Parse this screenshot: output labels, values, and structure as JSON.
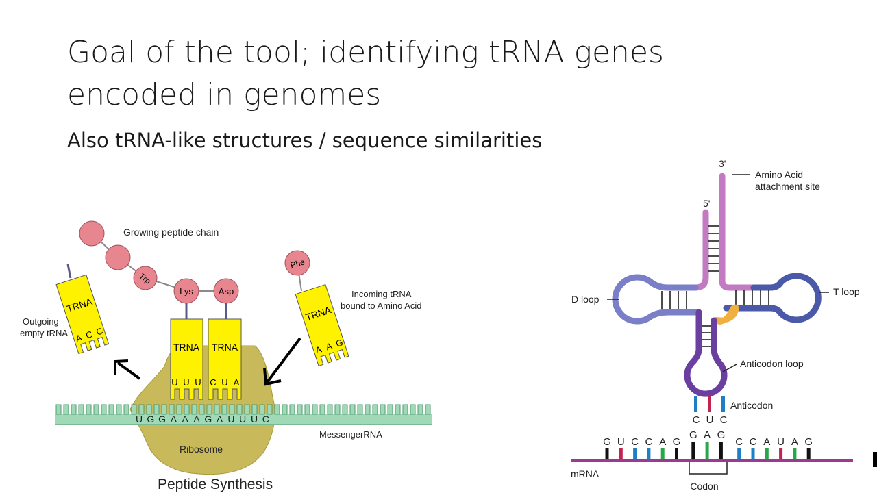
{
  "slide": {
    "title_line1": "Goal of the tool; identifying tRNA genes",
    "title_line2": "encoded in genomes",
    "subtitle": "Also tRNA-like structures / sequence similarities"
  },
  "peptide_figure": {
    "caption": "Peptide Synthesis",
    "growing_chain_label": "Growing peptide chain",
    "amino_acids": {
      "trp": "Trp",
      "lys": "Lys",
      "asp": "Asp",
      "phe": "Phe"
    },
    "trna_label": "TRNA",
    "outgoing_label_1": "Outgoing",
    "outgoing_label_2": "empty tRNA",
    "incoming_label_1": "Incoming  tRNA",
    "incoming_label_2": "bound to Amino Acid",
    "outgoing_anticodon": [
      "A",
      "C",
      "C"
    ],
    "lys_anticodon": [
      "U",
      "U",
      "U"
    ],
    "asp_anticodon": [
      "C",
      "U",
      "A"
    ],
    "incoming_anticodon": [
      "A",
      "A",
      "G"
    ],
    "mrna_sequence": [
      "U",
      "G",
      "G",
      "A",
      "A",
      "A",
      "G",
      "A",
      "U",
      "U",
      "U",
      "C"
    ],
    "ribosome_label": "Ribosome",
    "mrna_label": "MessengerRNA",
    "colors": {
      "trna": "#fff200",
      "amino_acid": "#e8868f",
      "ribosome": "#c8b95a",
      "mrna": "#9fd9b6"
    }
  },
  "trna_structure": {
    "three_prime": "3'",
    "five_prime": "5'",
    "attachment_label_1": "Amino Acid",
    "attachment_label_2": "attachment site",
    "d_loop": "D loop",
    "t_loop": "T loop",
    "anticodon_loop": "Anticodon loop",
    "anticodon_label": "Anticodon",
    "anticodon": [
      "C",
      "U",
      "C"
    ],
    "mrna_bases": [
      "G",
      "U",
      "C",
      "C",
      "A",
      "G",
      "G",
      "A",
      "G",
      "C",
      "C",
      "A",
      "U",
      "A",
      "G"
    ],
    "mrna_label": "mRNA",
    "codon_label": "Codon",
    "colors": {
      "acceptor": "#c27bc0",
      "d_arm": "#7a7fc7",
      "t_arm": "#4a5aa8",
      "anticodon_arm": "#6b3fa0",
      "variable": "#f0b040",
      "mrna": "#9b3a92",
      "G": "#111111",
      "C": "#1f7fc4",
      "U": "#c4224f",
      "A": "#2aa64a"
    }
  }
}
